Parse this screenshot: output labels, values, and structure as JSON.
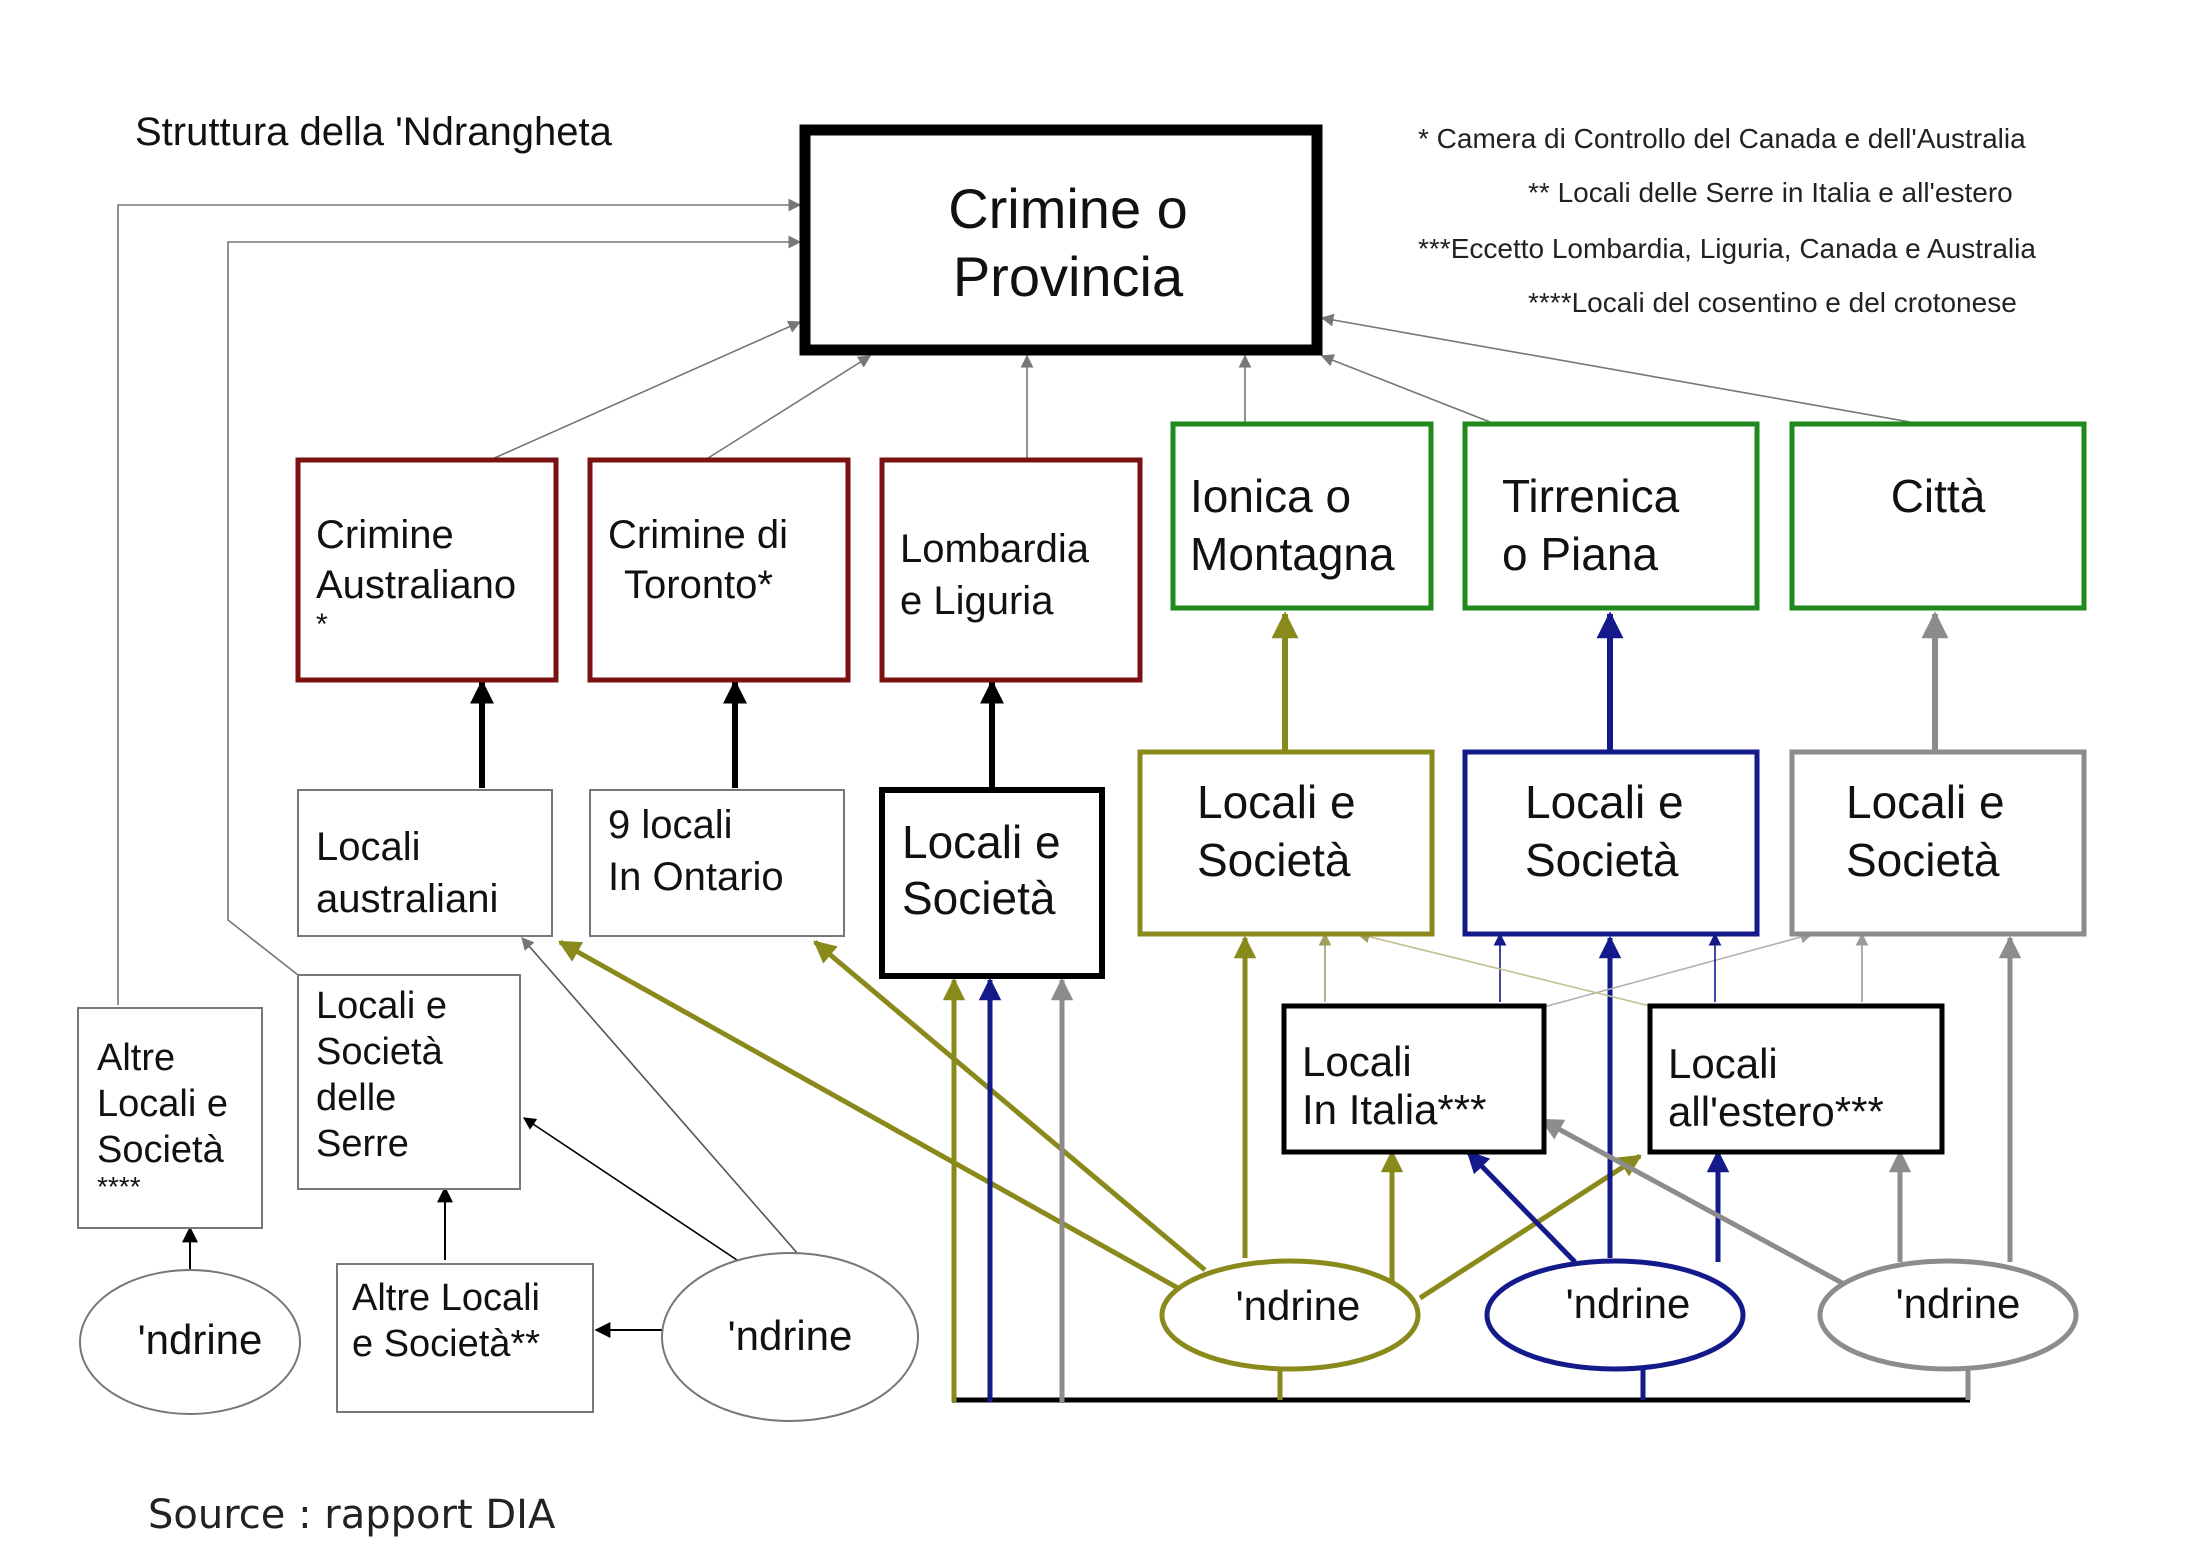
{
  "title": "Struttura della 'Ndrangheta",
  "notes": [
    "* Camera di Controllo del Canada e dell'Australia",
    "** Locali delle Serre in Italia e all'estero",
    "***Eccetto Lombardia, Liguria, Canada e Australia",
    "****Locali del cosentino e del crotonese"
  ],
  "source": "Source : rapport DIA",
  "colors": {
    "dark_red": "#7a1212",
    "green": "#1e8a1e",
    "olive": "#8a8a1c",
    "navy": "#141a8a",
    "gray": "#8c8c8c",
    "black": "#000000"
  },
  "nodes": {
    "crimine_provincia": [
      "Crimine o",
      "Provincia"
    ],
    "crimine_australiano": [
      "Crimine",
      "Australiano",
      "*"
    ],
    "crimine_toronto": [
      "Crimine  di",
      "Toronto*"
    ],
    "lombardia_liguria": [
      "Lombardia",
      "e Liguria"
    ],
    "ionica_montagna": [
      "Ionica o",
      "Montagna"
    ],
    "tirrenica_piana": [
      "Tirrenica",
      "o Piana"
    ],
    "citta": [
      "Città"
    ],
    "locali_australiani": [
      "Locali",
      "australiani"
    ],
    "locali_ontario": [
      "9 locali",
      "In Ontario"
    ],
    "locali_societa_black": [
      "Locali e",
      "Società"
    ],
    "locali_societa_olive": [
      "Locali e",
      "Società"
    ],
    "locali_societa_navy": [
      "Locali e",
      "Società"
    ],
    "locali_societa_gray": [
      "Locali e",
      "Società"
    ],
    "locali_italia": [
      "Locali",
      "In Italia***"
    ],
    "locali_estero": [
      "Locali",
      "all'estero***"
    ],
    "altre_locali_societa": [
      "Altre",
      "Locali e",
      "Società",
      "****"
    ],
    "locali_serre": [
      "Locali e",
      "Società",
      "delle",
      "Serre"
    ],
    "altre_locali_serre": [
      "Altre Locali",
      "e Società**"
    ],
    "ndrine_left": [
      "'ndrine"
    ],
    "ndrine_mid": [
      "'ndrine"
    ],
    "ndrine_olive": [
      "'ndrine"
    ],
    "ndrine_navy": [
      "'ndrine"
    ],
    "ndrine_gray": [
      "'ndrine"
    ]
  }
}
